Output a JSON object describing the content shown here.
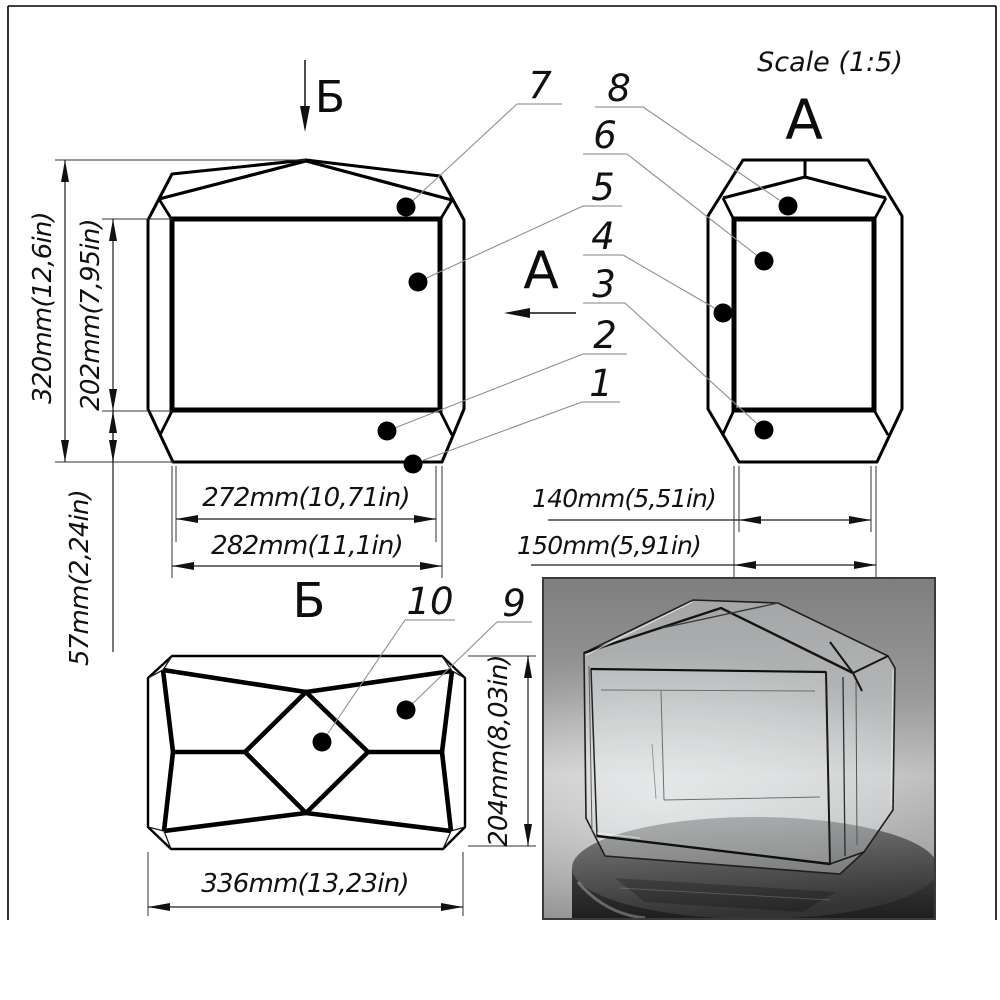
{
  "sheet": {
    "scale_note": "Scale (1:5)"
  },
  "labels": {
    "section_top": "Б",
    "section_side": "А",
    "view_side": "А",
    "view_top": "Б"
  },
  "dimensions": {
    "front_height": "320mm(12,6in)",
    "front_inner_height": "202mm(7,95in)",
    "front_bottom_band": "57mm(2,24in)",
    "front_inner_width": "272mm(10,71in)",
    "front_width": "282mm(11,1in)",
    "side_inner_width": "140mm(5,51in)",
    "side_width": "150mm(5,91in)",
    "top_width": "336mm(13,23in)",
    "top_depth": "204mm(8,03in)"
  },
  "callouts": [
    "1",
    "2",
    "3",
    "4",
    "5",
    "6",
    "7",
    "8",
    "9",
    "10"
  ],
  "colors": {
    "line": "#000000",
    "dim_line": "#1c1c1c",
    "leader": "#8f8f8f",
    "text": "#111111",
    "photo_border": "#3a3a3a",
    "paper": "#ffffff"
  }
}
